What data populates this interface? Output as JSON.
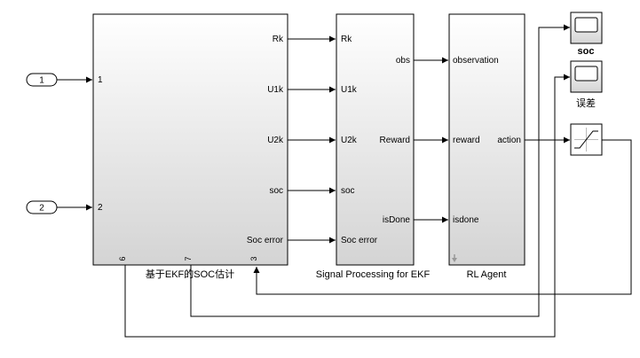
{
  "inports": [
    {
      "number": "1"
    },
    {
      "number": "2"
    }
  ],
  "ekf_block": {
    "name": "基于EKF的SOC估计",
    "in_ports": [
      "1",
      "2"
    ],
    "out_ports": [
      "Rk",
      "U1k",
      "U2k",
      "soc",
      "Soc error"
    ],
    "bottom_ports": [
      "6",
      "7",
      "3"
    ]
  },
  "signal_block": {
    "name": "Signal Processing for  EKF",
    "in_ports": [
      "Rk",
      "U1k",
      "U2k",
      "soc",
      "Soc error"
    ],
    "out_ports": [
      "obs",
      "Reward",
      "isDone"
    ]
  },
  "rl_block": {
    "name": "RL Agent",
    "in_ports": [
      "observation",
      "reward",
      "isdone"
    ],
    "out_ports": [
      "action"
    ]
  },
  "scopes": [
    {
      "name": "soc"
    },
    {
      "name": "误差"
    }
  ],
  "saturation": {
    "name": ""
  }
}
